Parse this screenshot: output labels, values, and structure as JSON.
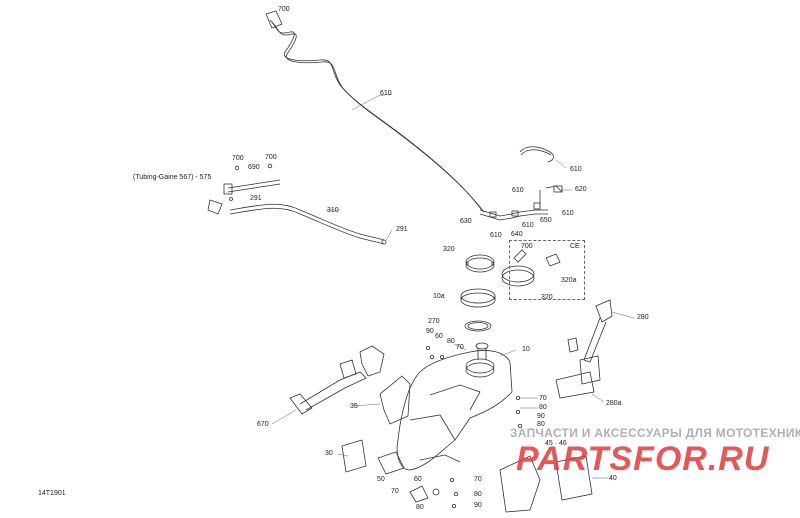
{
  "diagram": {
    "figure_code": "14T1901",
    "box_label": "CE",
    "callouts": {
      "c700_top": "700",
      "c610_upper": "610",
      "c610_right_top": "610",
      "c610_mid": "610",
      "c620": "620",
      "c610_r2": "610",
      "c650": "650",
      "c610_r3": "610",
      "c640": "640",
      "c630": "630",
      "c610_low": "610",
      "c700_left": "700",
      "c700_left2": "700",
      "c690": "690",
      "c575": "(Tubing-Gaine 567) - 575",
      "c291_a": "291",
      "c310": "310",
      "c291_b": "291",
      "c320": "320",
      "c700_ce": "700",
      "c320_ce": "320",
      "c320a": "320a",
      "c10a": "10a",
      "c280": "280",
      "c270": "270",
      "c10": "10",
      "c90_a": "90",
      "c60_a": "60",
      "c80_a": "80",
      "c70_a": "70",
      "c670": "670",
      "c35": "35",
      "c70_b": "70",
      "c80_b": "80",
      "c90_b": "90",
      "c80_c": "80",
      "c280a": "280a",
      "c45_46": "45 · 46",
      "c30": "30",
      "c50": "50",
      "c40": "40",
      "c60_b": "60",
      "c70_c": "70",
      "c80_d": "80",
      "c70_d": "70",
      "c80_e": "80",
      "c90_c": "90"
    }
  },
  "watermark": {
    "tagline": "ЗАПЧАСТИ И АКСЕССУАРЫ ДЛЯ МОТОТЕХНИКИ",
    "logo": "PARTSFOR.RU",
    "color": "#e23a3a"
  }
}
